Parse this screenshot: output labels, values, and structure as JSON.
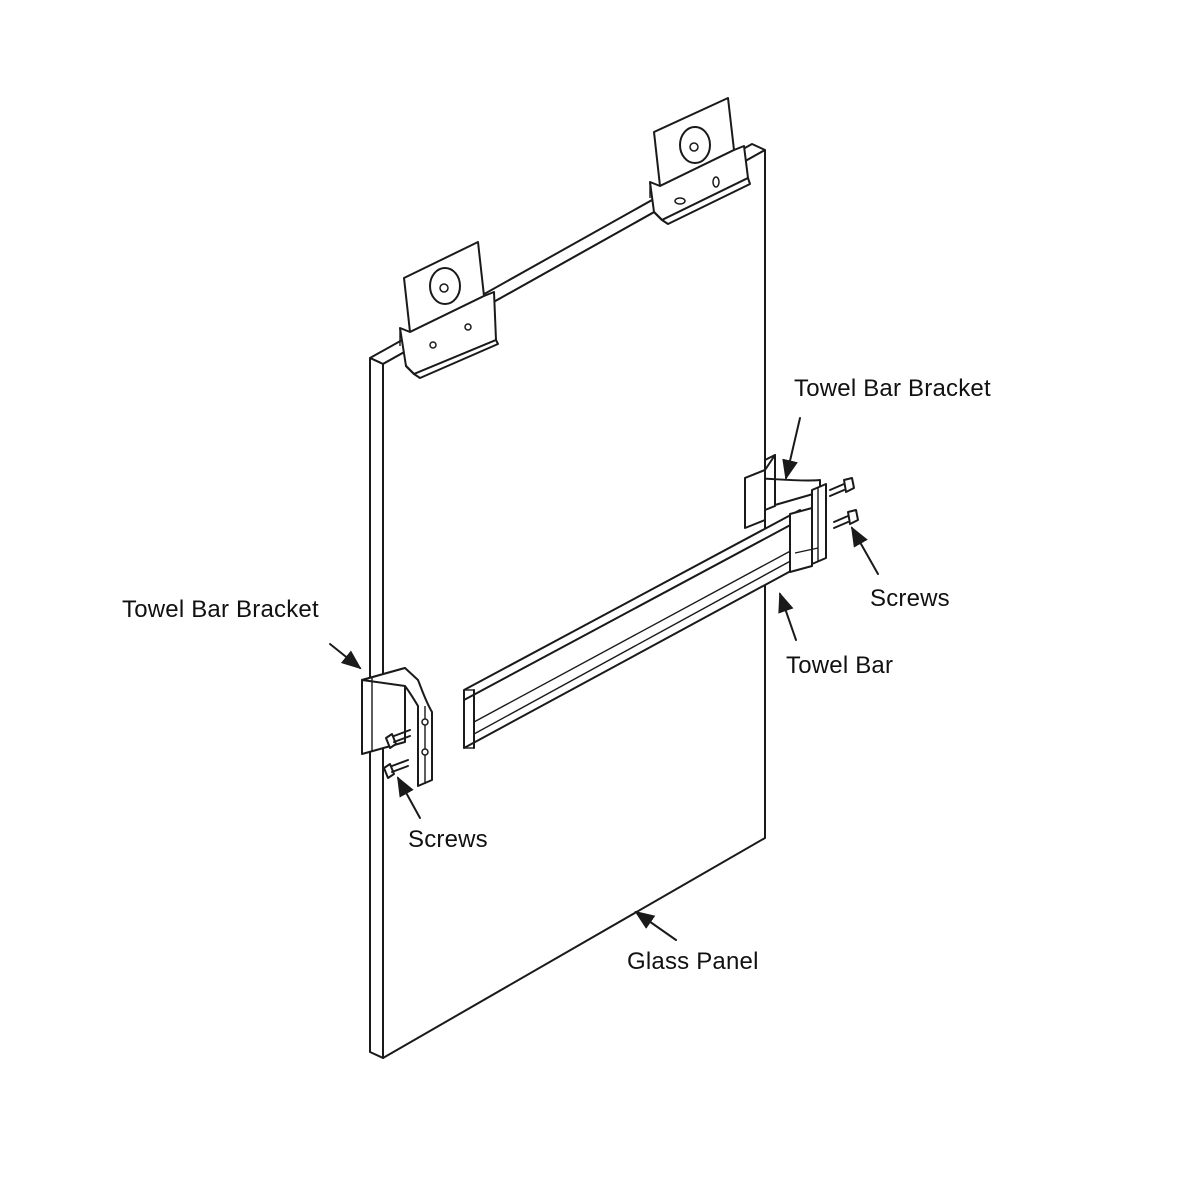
{
  "labels": {
    "towel_bar_bracket_right": "Towel Bar Bracket",
    "towel_bar_bracket_left": "Towel Bar Bracket",
    "screws_right": "Screws",
    "screws_left": "Screws",
    "towel_bar": "Towel Bar",
    "glass_panel": "Glass Panel"
  },
  "colors": {
    "line": "#1a1a1a",
    "background": "#ffffff",
    "text": "#111111"
  }
}
